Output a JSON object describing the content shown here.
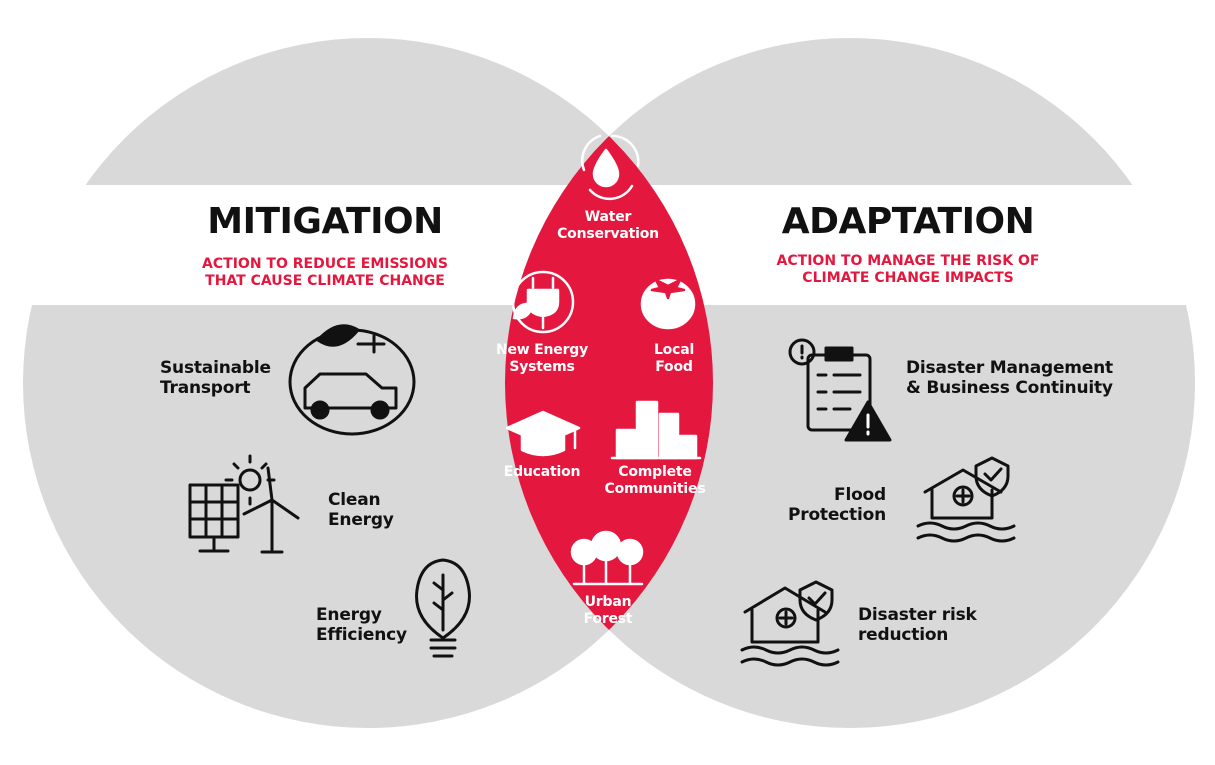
{
  "colors": {
    "circle_fill": "#d9d9d9",
    "overlap_fill": "#e4173e",
    "band_fill": "#ffffff",
    "accent_text": "#e4173e",
    "dark_text": "#111111"
  },
  "mitigation": {
    "title": "MITIGATION",
    "subtitle_line1": "ACTION TO REDUCE EMISSIONS",
    "subtitle_line2": "THAT CAUSE CLIMATE CHANGE",
    "items": [
      {
        "line1": "Sustainable",
        "line2": "Transport",
        "icon": "electric-car-icon"
      },
      {
        "line1": "Clean",
        "line2": "Energy",
        "icon": "solar-wind-icon"
      },
      {
        "line1": "Energy",
        "line2": "Efficiency",
        "icon": "eco-bulb-icon"
      }
    ]
  },
  "adaptation": {
    "title": "ADAPTATION",
    "subtitle_line1": "ACTION TO MANAGE THE RISK OF",
    "subtitle_line2": "CLIMATE CHANGE IMPACTS",
    "items": [
      {
        "line1": "Disaster Management",
        "line2": "& Business Continuity",
        "icon": "checklist-warning-icon"
      },
      {
        "line1": "Flood",
        "line2": "Protection",
        "icon": "flood-house-shield-icon"
      },
      {
        "line1": "Disaster risk",
        "line2": "reduction",
        "icon": "house-shield-icon"
      }
    ]
  },
  "overlap": {
    "items": [
      {
        "line1": "Water",
        "line2": "Conservation",
        "icon": "water-cycle-icon"
      },
      {
        "line1": "New Energy",
        "line2": "Systems",
        "icon": "plug-leaf-icon"
      },
      {
        "line1": "Local",
        "line2": "Food",
        "icon": "tomato-icon"
      },
      {
        "line1": "Education",
        "line2": "",
        "icon": "graduation-cap-icon"
      },
      {
        "line1": "Complete",
        "line2": "Communities",
        "icon": "city-buildings-icon"
      },
      {
        "line1": "Urban",
        "line2": "Forest",
        "icon": "trees-icon"
      }
    ]
  }
}
